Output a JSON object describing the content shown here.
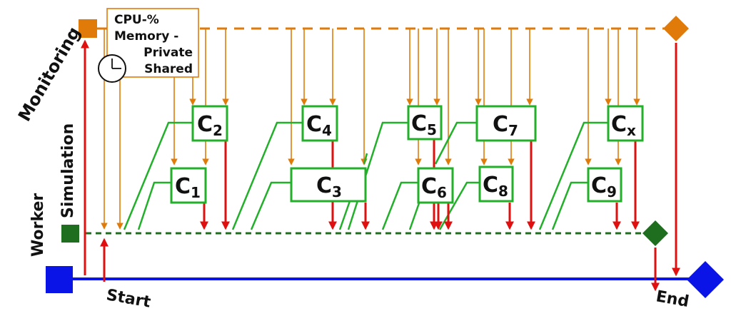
{
  "labels": {
    "monitoring": "Monitoring",
    "simulation": "Simulation",
    "worker": "Worker",
    "start": "Start",
    "end": "End"
  },
  "metrics_legend": {
    "cpu": "CPU-%",
    "memory": "Memory -",
    "private": "Private",
    "shared": "Shared"
  },
  "computations": [
    {
      "id": "c2",
      "prefix": "C",
      "sub": "2"
    },
    {
      "id": "c1",
      "prefix": "C",
      "sub": "1"
    },
    {
      "id": "c4",
      "prefix": "C",
      "sub": "4"
    },
    {
      "id": "c3",
      "prefix": "C",
      "sub": "3"
    },
    {
      "id": "c5",
      "prefix": "C",
      "sub": "5"
    },
    {
      "id": "c6",
      "prefix": "C",
      "sub": "6"
    },
    {
      "id": "c7",
      "prefix": "C",
      "sub": "7"
    },
    {
      "id": "c8",
      "prefix": "C",
      "sub": "8"
    },
    {
      "id": "cx",
      "prefix": "C",
      "sub": "x"
    },
    {
      "id": "c9",
      "prefix": "C",
      "sub": "9"
    }
  ],
  "colors": {
    "monitoring": "#e07b0a",
    "simulation": "#1f6e1f",
    "computation": "#22b02a",
    "arrow": "#e01010",
    "timeline": "#0a14e6"
  },
  "icons": [
    "clock-icon"
  ]
}
